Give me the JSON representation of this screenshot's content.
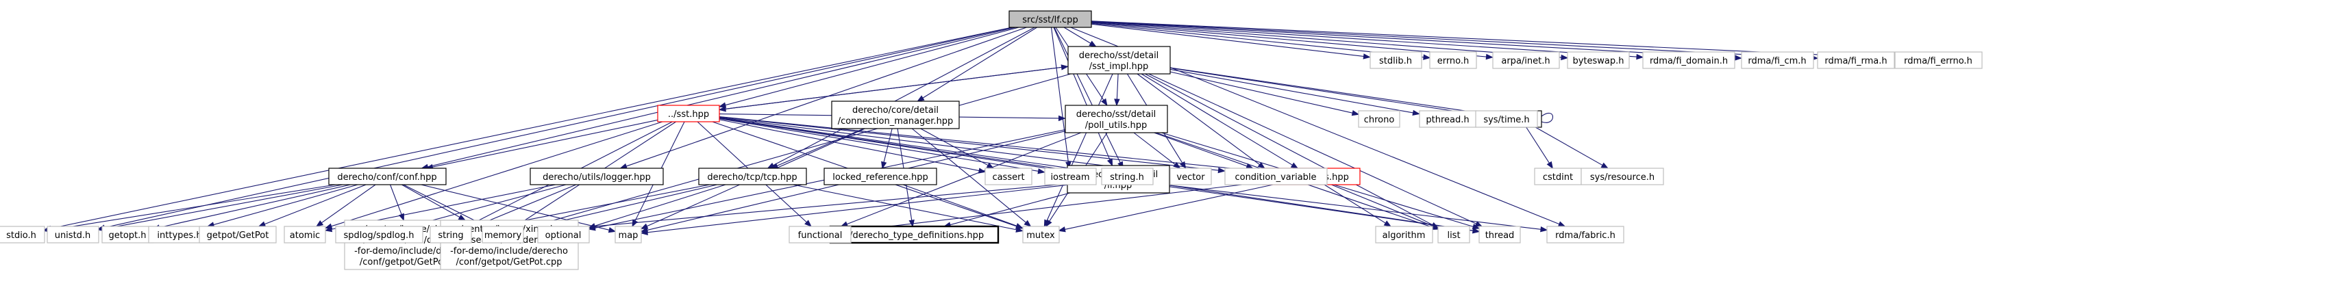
{
  "graph": {
    "nodes": [
      {
        "id": "root",
        "lines": [
          "src/sst/lf.cpp"
        ],
        "style": "root"
      },
      {
        "id": "sst_impl",
        "lines": [
          "derecho/sst/detail",
          "/sst_impl.hpp"
        ],
        "style": "normal"
      },
      {
        "id": "conn_mgr",
        "lines": [
          "derecho/core/detail",
          "/connection_manager.hpp"
        ],
        "style": "normal"
      },
      {
        "id": "sst",
        "lines": [
          "../sst.hpp"
        ],
        "style": "red"
      },
      {
        "id": "poll_utils",
        "lines": [
          "derecho/sst/detail",
          "/poll_utils.hpp"
        ],
        "style": "normal"
      },
      {
        "id": "conf",
        "lines": [
          "derecho/conf/conf.hpp"
        ],
        "style": "normal"
      },
      {
        "id": "logger",
        "lines": [
          "derecho/utils/logger.hpp"
        ],
        "style": "normal"
      },
      {
        "id": "tcp",
        "lines": [
          "derecho/tcp/tcp.hpp"
        ],
        "style": "normal"
      },
      {
        "id": "locked_ref",
        "lines": [
          "locked_reference.hpp"
        ],
        "style": "normal"
      },
      {
        "id": "lf_hpp",
        "lines": [
          "derecho/sst/detail",
          "/lf.hpp"
        ],
        "style": "normal"
      },
      {
        "id": "predicates",
        "lines": [
          "../predicates.hpp"
        ],
        "style": "red"
      },
      {
        "id": "time_h",
        "lines": [
          "time.h"
        ],
        "style": "normal"
      },
      {
        "id": "type_defs",
        "lines": [
          "../derecho_type_definitions.hpp"
        ],
        "style": "bold"
      },
      {
        "id": "getpot_hpp",
        "lines": [
          "/gentoo/home/xinagla",
          "/research/ken/derecho",
          "-for-demo/include/derecho",
          "/conf/getpot/GetPot.hpp"
        ],
        "style": "grey"
      },
      {
        "id": "getpot_cpp",
        "lines": [
          "/gentoo/home/xinagla",
          "/research/ken/derecho",
          "-for-demo/include/derecho",
          "/conf/getpot/GetPot.cpp"
        ],
        "style": "grey"
      },
      {
        "id": "stdio",
        "lines": [
          "stdio.h"
        ],
        "style": "grey"
      },
      {
        "id": "unistd",
        "lines": [
          "unistd.h"
        ],
        "style": "grey"
      },
      {
        "id": "getopt",
        "lines": [
          "getopt.h"
        ],
        "style": "grey"
      },
      {
        "id": "inttypes",
        "lines": [
          "inttypes.h"
        ],
        "style": "grey"
      },
      {
        "id": "getpot_plain",
        "lines": [
          "getpot/GetPot"
        ],
        "style": "grey"
      },
      {
        "id": "atomic",
        "lines": [
          "atomic"
        ],
        "style": "grey"
      },
      {
        "id": "spdlog",
        "lines": [
          "spdlog/spdlog.h"
        ],
        "style": "grey"
      },
      {
        "id": "string",
        "lines": [
          "string"
        ],
        "style": "grey"
      },
      {
        "id": "memory",
        "lines": [
          "memory"
        ],
        "style": "grey"
      },
      {
        "id": "optional",
        "lines": [
          "optional"
        ],
        "style": "grey"
      },
      {
        "id": "map",
        "lines": [
          "map"
        ],
        "style": "grey"
      },
      {
        "id": "functional",
        "lines": [
          "functional"
        ],
        "style": "grey"
      },
      {
        "id": "mutex",
        "lines": [
          "mutex"
        ],
        "style": "grey"
      },
      {
        "id": "cassert",
        "lines": [
          "cassert"
        ],
        "style": "grey"
      },
      {
        "id": "iostream",
        "lines": [
          "iostream"
        ],
        "style": "grey"
      },
      {
        "id": "string_h",
        "lines": [
          "string.h"
        ],
        "style": "grey"
      },
      {
        "id": "vector",
        "lines": [
          "vector"
        ],
        "style": "grey"
      },
      {
        "id": "cond_var",
        "lines": [
          "condition_variable"
        ],
        "style": "grey"
      },
      {
        "id": "algorithm",
        "lines": [
          "algorithm"
        ],
        "style": "grey"
      },
      {
        "id": "list",
        "lines": [
          "list"
        ],
        "style": "grey"
      },
      {
        "id": "thread",
        "lines": [
          "thread"
        ],
        "style": "grey"
      },
      {
        "id": "rdma_fabric",
        "lines": [
          "rdma/fabric.h"
        ],
        "style": "grey"
      },
      {
        "id": "cstdint",
        "lines": [
          "cstdint"
        ],
        "style": "grey"
      },
      {
        "id": "sys_resource",
        "lines": [
          "sys/resource.h"
        ],
        "style": "grey"
      },
      {
        "id": "chrono",
        "lines": [
          "chrono"
        ],
        "style": "grey"
      },
      {
        "id": "pthread",
        "lines": [
          "pthread.h"
        ],
        "style": "grey"
      },
      {
        "id": "sys_time",
        "lines": [
          "sys/time.h"
        ],
        "style": "grey"
      },
      {
        "id": "stdlib",
        "lines": [
          "stdlib.h"
        ],
        "style": "grey"
      },
      {
        "id": "errno",
        "lines": [
          "errno.h"
        ],
        "style": "grey"
      },
      {
        "id": "arpa_inet",
        "lines": [
          "arpa/inet.h"
        ],
        "style": "grey"
      },
      {
        "id": "byteswap",
        "lines": [
          "byteswap.h"
        ],
        "style": "grey"
      },
      {
        "id": "fi_domain",
        "lines": [
          "rdma/fi_domain.h"
        ],
        "style": "grey"
      },
      {
        "id": "fi_cm",
        "lines": [
          "rdma/fi_cm.h"
        ],
        "style": "grey"
      },
      {
        "id": "fi_rma",
        "lines": [
          "rdma/fi_rma.h"
        ],
        "style": "grey"
      },
      {
        "id": "fi_errno",
        "lines": [
          "rdma/fi_errno.h"
        ],
        "style": "grey"
      }
    ],
    "edges": [
      [
        "root",
        "sst_impl"
      ],
      [
        "root",
        "conn_mgr"
      ],
      [
        "root",
        "sst"
      ],
      [
        "root",
        "poll_utils"
      ],
      [
        "root",
        "conf"
      ],
      [
        "root",
        "logger"
      ],
      [
        "root",
        "tcp"
      ],
      [
        "root",
        "lf_hpp"
      ],
      [
        "root",
        "stdio"
      ],
      [
        "root",
        "unistd"
      ],
      [
        "root",
        "iostream"
      ],
      [
        "root",
        "string_h"
      ],
      [
        "root",
        "rdma_fabric"
      ],
      [
        "root",
        "stdlib"
      ],
      [
        "root",
        "errno"
      ],
      [
        "root",
        "arpa_inet"
      ],
      [
        "root",
        "byteswap"
      ],
      [
        "root",
        "fi_domain"
      ],
      [
        "root",
        "fi_cm"
      ],
      [
        "root",
        "fi_rma"
      ],
      [
        "root",
        "fi_errno"
      ],
      [
        "sst_impl",
        "sst"
      ],
      [
        "sst_impl",
        "poll_utils"
      ],
      [
        "sst_impl",
        "predicates"
      ],
      [
        "sst_impl",
        "time_h"
      ],
      [
        "sst_impl",
        "chrono"
      ],
      [
        "sst_impl",
        "pthread"
      ],
      [
        "sst_impl",
        "sys_time"
      ],
      [
        "sst_impl",
        "vector"
      ],
      [
        "sst_impl",
        "cond_var"
      ],
      [
        "sst_impl",
        "thread"
      ],
      [
        "sst_impl",
        "mutex"
      ],
      [
        "sst_impl",
        "memory"
      ],
      [
        "sst_impl",
        "list"
      ],
      [
        "sst",
        "sst_impl"
      ],
      [
        "sst",
        "conf"
      ],
      [
        "sst",
        "poll_utils"
      ],
      [
        "sst",
        "lf_hpp"
      ],
      [
        "sst",
        "predicates"
      ],
      [
        "sst",
        "cassert"
      ],
      [
        "sst",
        "iostream"
      ],
      [
        "sst",
        "string_h"
      ],
      [
        "sst",
        "vector"
      ],
      [
        "sst",
        "cond_var"
      ],
      [
        "sst",
        "functional"
      ],
      [
        "sst",
        "mutex"
      ],
      [
        "sst",
        "map"
      ],
      [
        "sst",
        "memory"
      ],
      [
        "sst",
        "thread"
      ],
      [
        "sst",
        "string"
      ],
      [
        "sst",
        "atomic"
      ],
      [
        "conn_mgr",
        "tcp"
      ],
      [
        "conn_mgr",
        "locked_ref"
      ],
      [
        "conn_mgr",
        "type_defs"
      ],
      [
        "conn_mgr",
        "map"
      ],
      [
        "conn_mgr",
        "mutex"
      ],
      [
        "conn_mgr",
        "cassert"
      ],
      [
        "poll_utils",
        "vector"
      ],
      [
        "poll_utils",
        "cond_var"
      ],
      [
        "poll_utils",
        "list"
      ],
      [
        "poll_utils",
        "mutex"
      ],
      [
        "poll_utils",
        "thread"
      ],
      [
        "poll_utils",
        "functional"
      ],
      [
        "poll_utils",
        "optional"
      ],
      [
        "poll_utils",
        "map"
      ],
      [
        "conf",
        "stdio"
      ],
      [
        "conf",
        "unistd"
      ],
      [
        "conf",
        "getopt"
      ],
      [
        "conf",
        "inttypes"
      ],
      [
        "conf",
        "getpot_plain"
      ],
      [
        "conf",
        "getpot_hpp"
      ],
      [
        "conf",
        "getpot_cpp"
      ],
      [
        "conf",
        "map"
      ],
      [
        "conf",
        "atomic"
      ],
      [
        "conf",
        "memory"
      ],
      [
        "logger",
        "spdlog"
      ],
      [
        "logger",
        "string"
      ],
      [
        "logger",
        "atomic"
      ],
      [
        "tcp",
        "string"
      ],
      [
        "tcp",
        "memory"
      ],
      [
        "tcp",
        "optional"
      ],
      [
        "tcp",
        "mutex"
      ],
      [
        "locked_ref",
        "mutex"
      ],
      [
        "lf_hpp",
        "type_defs"
      ],
      [
        "lf_hpp",
        "map"
      ],
      [
        "lf_hpp",
        "thread"
      ],
      [
        "lf_hpp",
        "rdma_fabric"
      ],
      [
        "lf_hpp",
        "memory"
      ],
      [
        "predicates",
        "algorithm"
      ],
      [
        "predicates",
        "list"
      ],
      [
        "predicates",
        "functional"
      ],
      [
        "predicates",
        "mutex"
      ],
      [
        "time_h",
        "cstdint"
      ],
      [
        "time_h",
        "sys_resource"
      ],
      [
        "time_h",
        "time_h"
      ]
    ]
  }
}
